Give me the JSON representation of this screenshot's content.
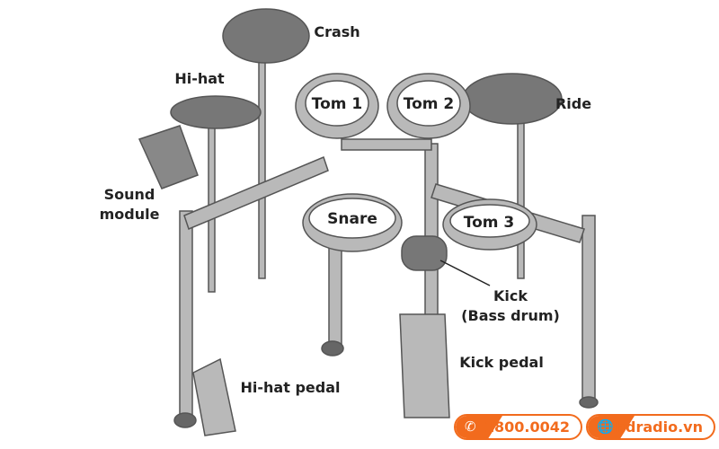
{
  "labels": {
    "crash": "Crash",
    "hihat": "Hi-hat",
    "ride": "Ride",
    "tom1": "Tom 1",
    "tom2": "Tom 2",
    "snare": "Snare",
    "tom3": "Tom 3",
    "sound_module_line1": "Sound",
    "sound_module_line2": "module",
    "kick_line1": "Kick",
    "kick_line2": "(Bass drum)",
    "kick_pedal": "Kick pedal",
    "hihat_pedal": "Hi-hat pedal"
  },
  "contact": {
    "phone": "1800.0042",
    "website": "hdradio.vn",
    "phone_icon": "phone-icon",
    "web_icon": "globe-icon",
    "accent": "#f26b1d"
  }
}
